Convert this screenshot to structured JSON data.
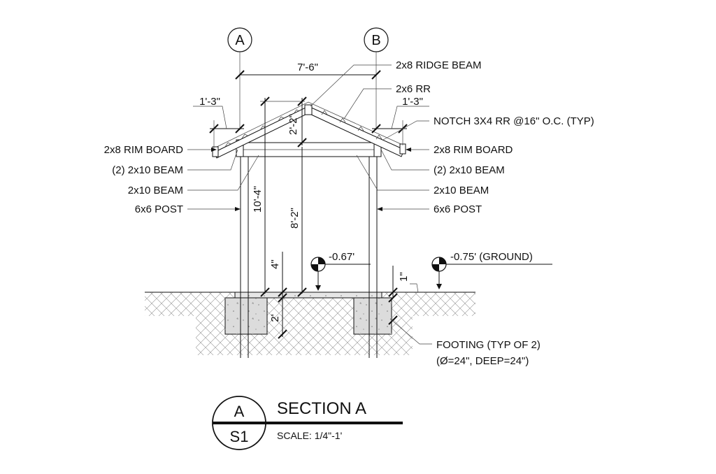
{
  "grid_lines": {
    "left": "A",
    "right": "B"
  },
  "dimensions": {
    "span": "7'-6\"",
    "overhang_left": "1'-3\"",
    "overhang_right": "1'-3\"",
    "ridge_rise": "2'-2\"",
    "overall_height": "10'-4\"",
    "beam_height": "8'-2\"",
    "slab_thickness": "4\"",
    "footing_depth": "2'",
    "slab_step": "1\""
  },
  "elevations": {
    "slab": "-0.67'",
    "ground": "-0.75' (GROUND)"
  },
  "labels_left": {
    "rim_board": "2x8 RIM BOARD",
    "double_beam": "(2) 2x10 BEAM",
    "beam": "2x10 BEAM",
    "post": "6x6 POST"
  },
  "labels_right": {
    "ridge_beam": "2x8 RIDGE BEAM",
    "rafter": "2x6 RR",
    "notch": "NOTCH 3X4 RR @16\" O.C. (TYP)",
    "rim_board": "2x8 RIM BOARD",
    "double_beam": "(2) 2x10 BEAM",
    "beam": "2x10 BEAM",
    "post": "6x6 POST"
  },
  "footing": {
    "line1": "FOOTING (TYP OF 2)",
    "line2": "(Ø=24\", DEEP=24\")"
  },
  "title_block": {
    "section_letter": "A",
    "sheet": "S1",
    "title": "SECTION A",
    "scale": "SCALE: 1/4\"-1'"
  }
}
